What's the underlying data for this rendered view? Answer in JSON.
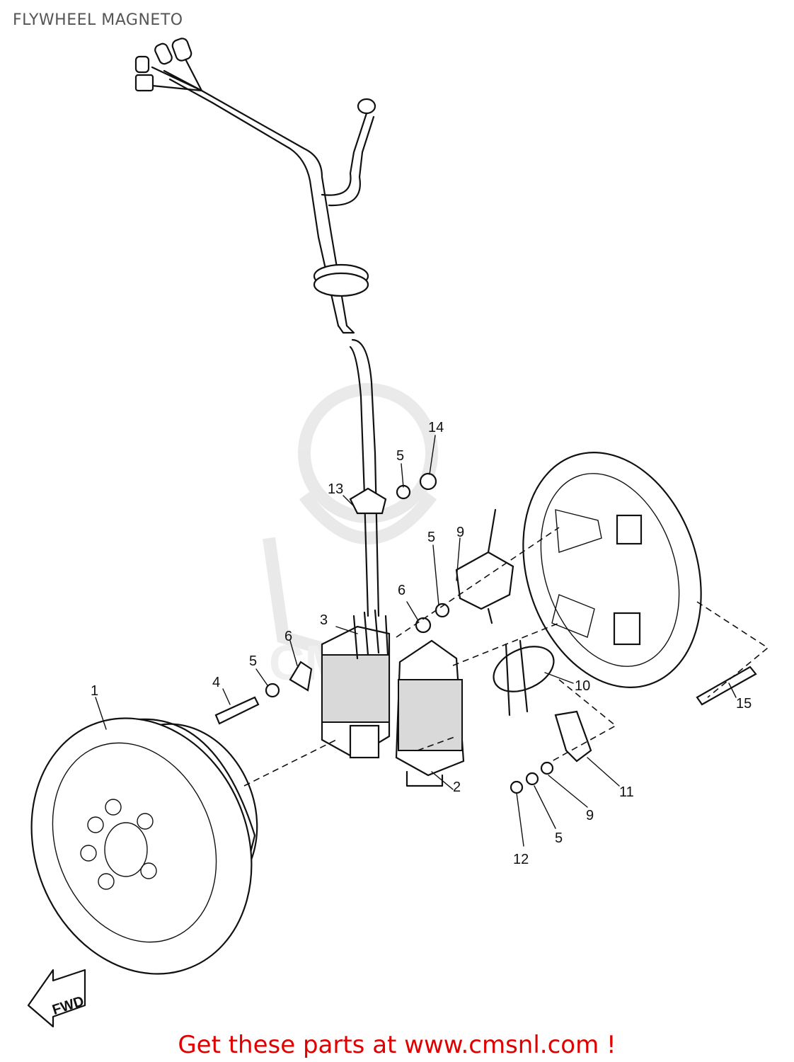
{
  "title": "FLYWHEEL MAGNETO",
  "footer": "Get these parts at www.cmsnl.com !",
  "direction_marker": "FWD",
  "part_labels": [
    "1",
    "2",
    "3",
    "4",
    "5",
    "5",
    "5",
    "5",
    "6",
    "6",
    "9",
    "9",
    "10",
    "11",
    "12",
    "13",
    "14",
    "15"
  ],
  "colors": {
    "footer": "#e00000",
    "title": "#555555",
    "lines": "#111111"
  }
}
